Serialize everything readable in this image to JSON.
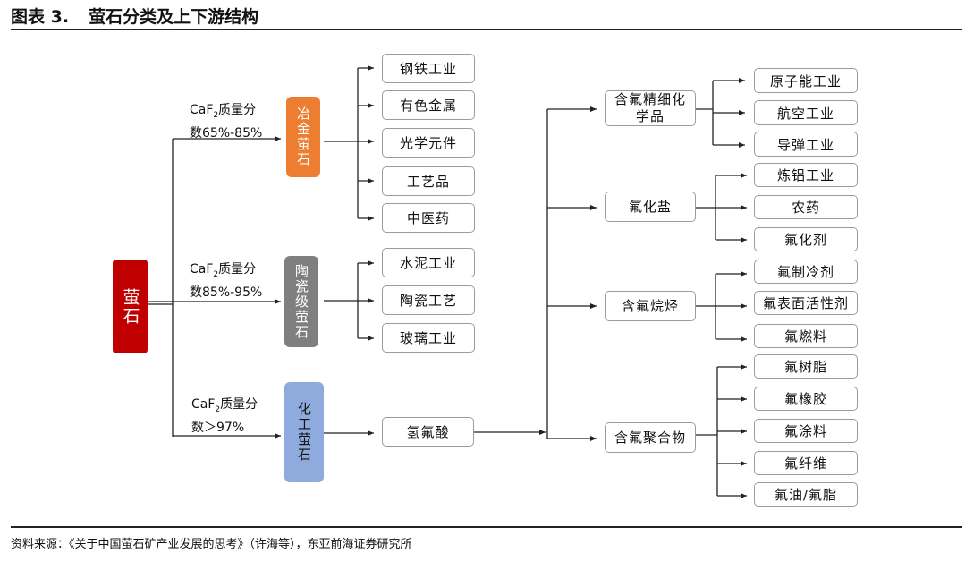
{
  "header": {
    "figure_num": "图表 3.",
    "title": "萤石分类及上下游结构"
  },
  "root": {
    "label": "萤石"
  },
  "grades": [
    {
      "line1_pre": "CaF",
      "line1_sub": "2",
      "line1_post": "质量分",
      "line2": "数65%-85%"
    },
    {
      "line1_pre": "CaF",
      "line1_sub": "2",
      "line1_post": "质量分",
      "line2": "数85%-95%"
    },
    {
      "line1_pre": "CaF",
      "line1_sub": "2",
      "line1_post": "质量分",
      "line2": "数＞97%"
    }
  ],
  "types": [
    {
      "label": "冶金萤石",
      "color": "#ED7D31"
    },
    {
      "label": "陶瓷级萤石",
      "color": "#7F7F7F"
    },
    {
      "label": "化工萤石",
      "color": "#8FAADC"
    }
  ],
  "metallurgical_uses": [
    "钢铁工业",
    "有色金属",
    "光学元件",
    "工艺品",
    "中医药"
  ],
  "ceramic_uses": [
    "水泥工业",
    "陶瓷工艺",
    "玻璃工业"
  ],
  "hf": {
    "label": "氢氟酸"
  },
  "categories": [
    {
      "label": "含氟精细化学品",
      "children": [
        "原子能工业",
        "航空工业",
        "导弹工业"
      ]
    },
    {
      "label": "氟化盐",
      "children": [
        "炼铝工业",
        "农药",
        "氟化剂"
      ]
    },
    {
      "label": "含氟烷烃",
      "children": [
        "氟制冷剂",
        "氟表面活性剂",
        "氟燃料"
      ]
    },
    {
      "label": "含氟聚合物",
      "children": [
        "氟树脂",
        "氟橡胶",
        "氟涂料",
        "氟纤维",
        "氟油/氟脂"
      ]
    }
  ],
  "source": "资料来源：《关于中国萤石矿产业发展的思考》（许海等），东亚前海证券研究所",
  "colors": {
    "root": "#C00000",
    "line": "#222222",
    "box_border": "#9C9C9C"
  }
}
